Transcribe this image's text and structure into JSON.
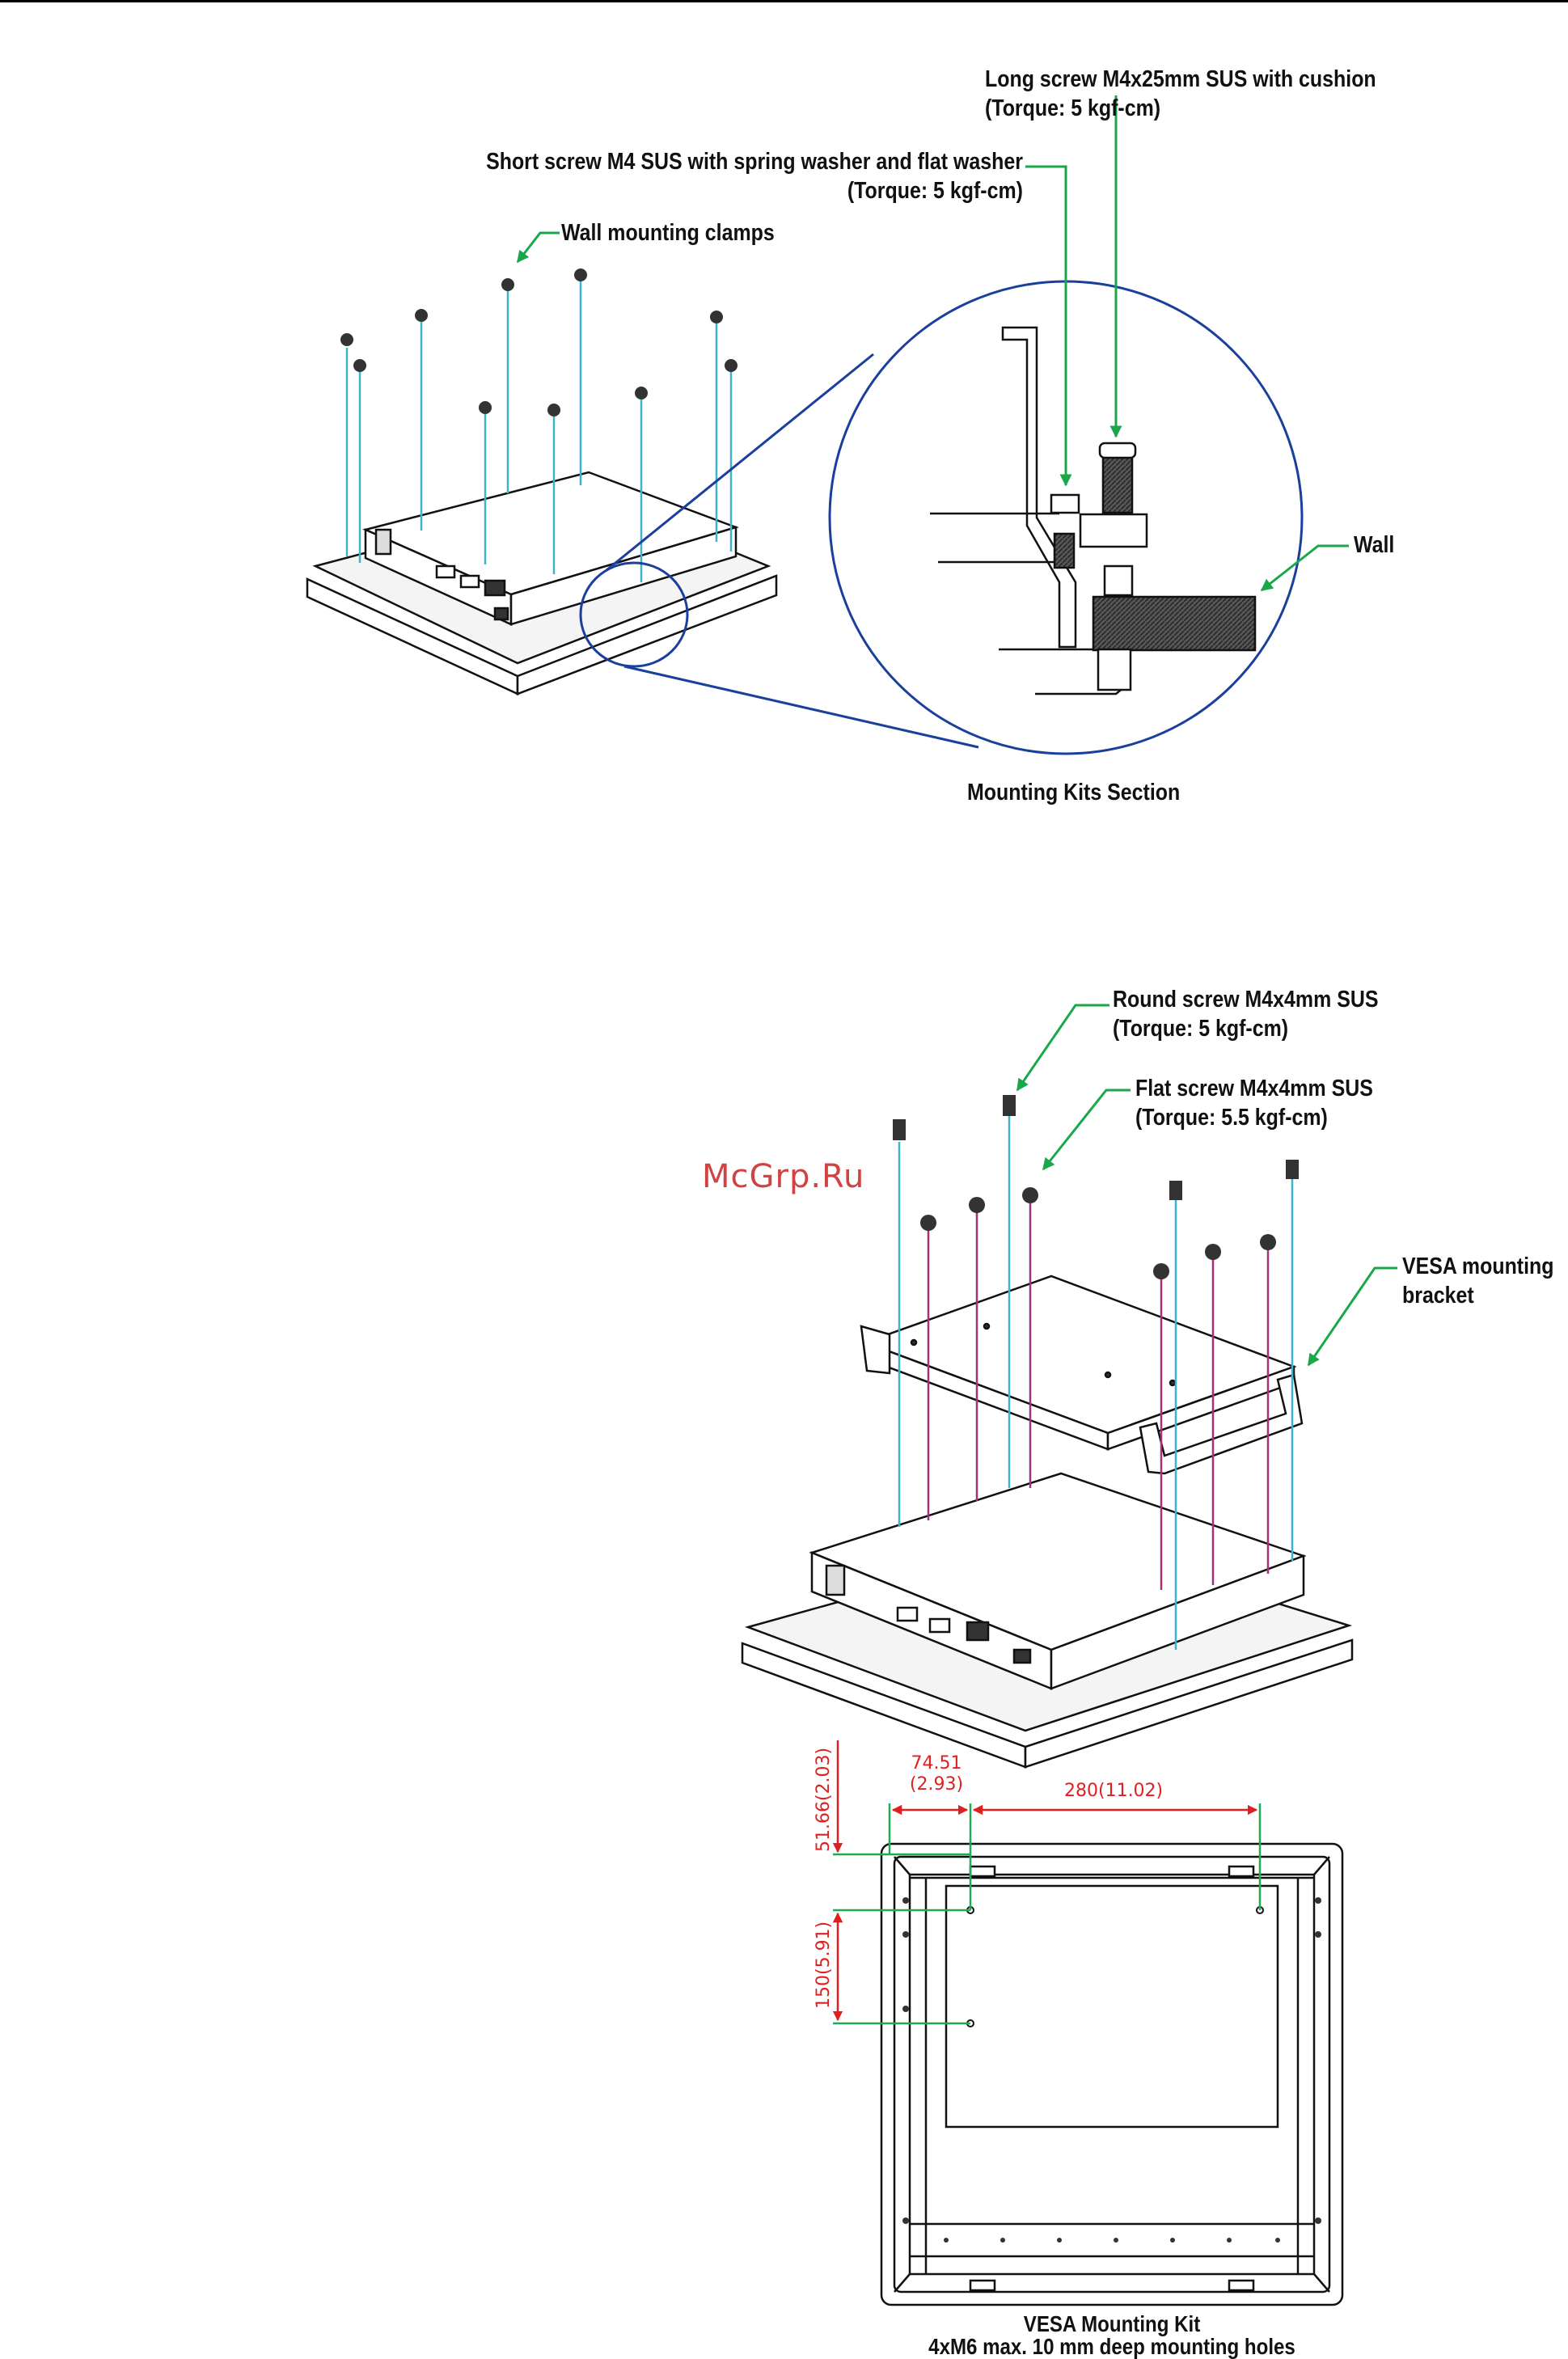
{
  "diagram1": {
    "long_screw": {
      "line1": "Long screw M4x25mm SUS with cushion",
      "line2": "(Torque: 5 kgf-cm)"
    },
    "short_screw": {
      "line1": "Short screw M4 SUS with spring washer and flat washer",
      "line2": "(Torque: 5 kgf-cm)"
    },
    "clamps": "Wall mounting clamps",
    "wall": "Wall",
    "section_caption": "Mounting Kits Section"
  },
  "diagram2": {
    "round_screw": {
      "line1": "Round screw M4x4mm SUS",
      "line2": "(Torque: 5 kgf-cm)"
    },
    "flat_screw": {
      "line1": "Flat screw M4x4mm SUS",
      "line2": "(Torque: 5.5 kgf-cm)"
    },
    "bracket": {
      "line1": "VESA mounting",
      "line2": "bracket"
    }
  },
  "diagram3": {
    "dim_top_offset": "51.66(2.03)",
    "dim_left_a": "74.51",
    "dim_left_b": "(2.93)",
    "dim_width": "280(11.02)",
    "dim_height": "150(5.91)",
    "caption_line1": "VESA Mounting Kit",
    "caption_line2": "4xM6 max. 10 mm deep mounting holes"
  },
  "watermark": "McGrp.Ru",
  "colors": {
    "leader_green": "#18a84a",
    "callout_blue": "#1b3f9c",
    "screw_cyan": "#3fb3c9",
    "screw_magenta": "#a8307a",
    "dimension_red": "#e02020"
  }
}
